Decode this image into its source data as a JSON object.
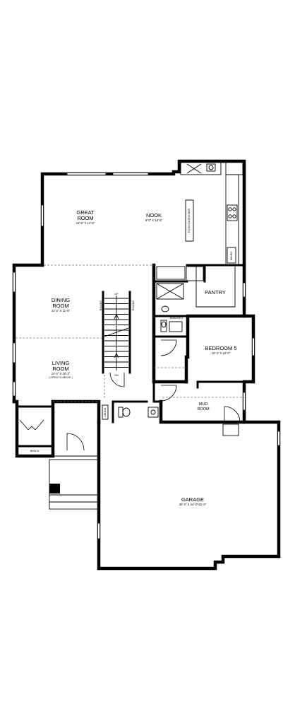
{
  "rooms": {
    "great_room": {
      "name_line1": "GREAT",
      "name_line2": "ROOM",
      "size": "13'-6\" X 14'-5\""
    },
    "nook": {
      "name": "NOOK",
      "size": "9'-0\" X 14'-5\""
    },
    "flush_eating_bar": "FLUSH EATING BAR",
    "micro": "MICRO",
    "pantry": "PANTRY",
    "ensuite": "ENSUITE 5",
    "bedroom5": {
      "name": "BEDROOM 5",
      "size": "10'-3\" X 10'-0\""
    },
    "dining_room": {
      "name_line1": "DINING",
      "name_line2": "ROOM",
      "size": "14'-2\" X 11'-8\""
    },
    "living_room": {
      "name_line1": "LIVING",
      "name_line2": "ROOM",
      "size": "14'-2\" X 10'-3\"",
      "note": "( OPEN TO ABOVE )"
    },
    "mud_room": {
      "name_line1": "MUD",
      "name_line2": "ROOM"
    },
    "bench": "BENCH",
    "ledge": "LEDGE",
    "garage": {
      "name": "GARAGE",
      "size": "30'-0\" X 24'-0\"/22'-0\""
    }
  },
  "stairs": {
    "up": "UP",
    "dn": "DN",
    "railing": "RAILING"
  }
}
